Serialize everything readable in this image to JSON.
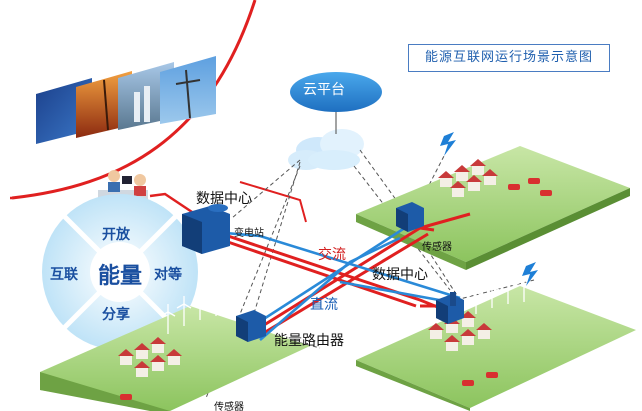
{
  "title": "能源互联网运行场景示意图",
  "cloud": "云平台",
  "labels": {
    "data_center_top": "数据中心",
    "substation": "变电站",
    "ac": "交流",
    "data_center_right": "数据中心",
    "dc": "直流",
    "router": "能量路由器",
    "sensor_right": "传感器",
    "sensor_bottom": "传感器"
  },
  "circle": {
    "core": "能量",
    "top": "开放",
    "left": "互联",
    "right": "对等",
    "bottom": "分享"
  },
  "colors": {
    "ac_line": "#e02020",
    "dc_line": "#2a8ad8",
    "accent": "#1f5fae"
  }
}
